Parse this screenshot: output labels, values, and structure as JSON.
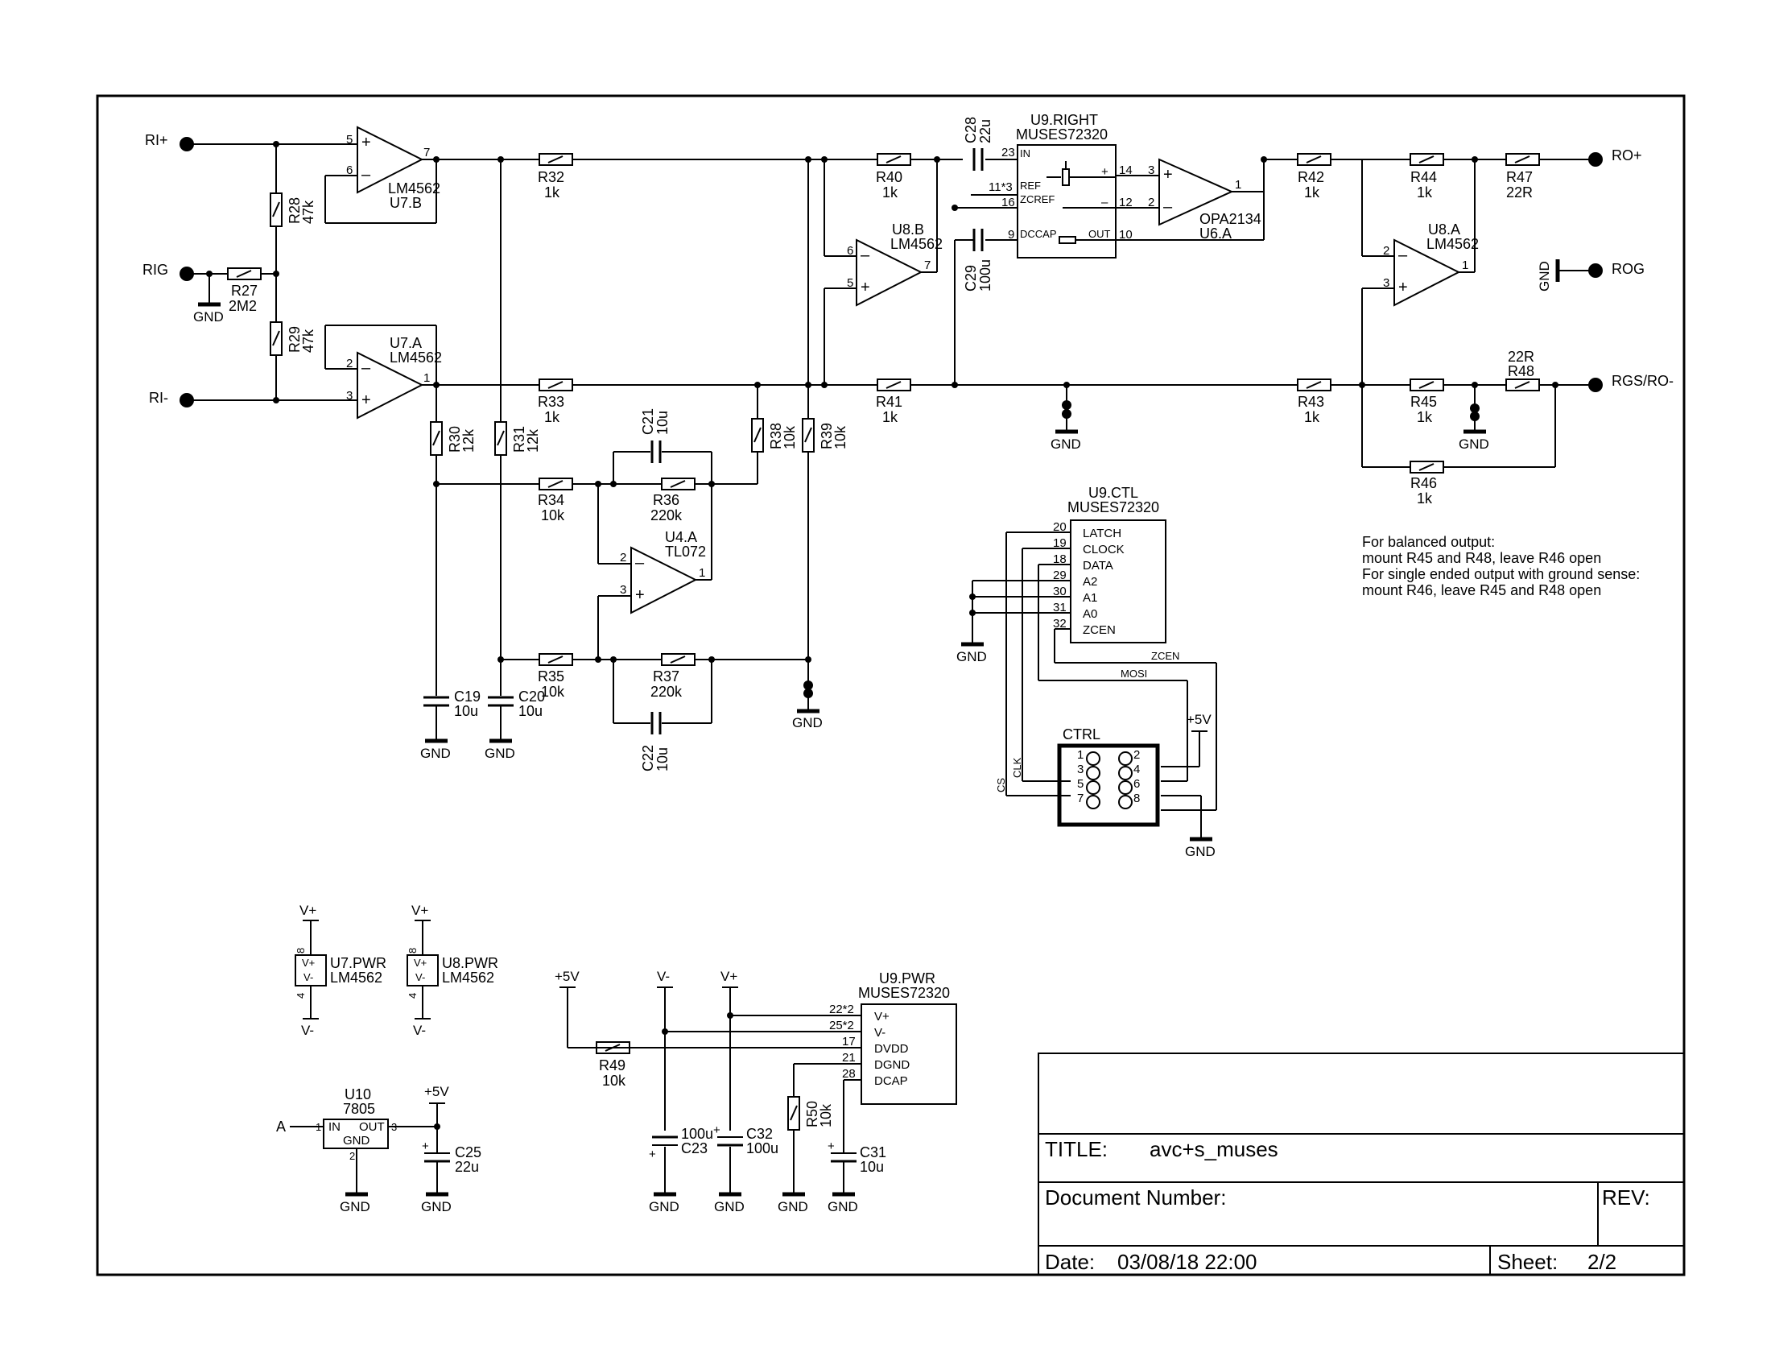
{
  "ports": {
    "ri_plus": "RI+",
    "rig": "RIG",
    "ri_minus": "RI-",
    "ro_plus": "RO+",
    "rog": "ROG",
    "rgs_ro_minus": "RGS/RO-",
    "gnd": "GND",
    "v_plus": "V+",
    "v_minus": "V-",
    "p5v": "+5V",
    "a": "A"
  },
  "opamps": {
    "u7b": {
      "name": "U7.B",
      "part": "LM4562",
      "in_pos": "5",
      "in_neg": "6",
      "out": "7"
    },
    "u7a": {
      "name": "U7.A",
      "part": "LM4562",
      "in_neg": "2",
      "in_pos": "3",
      "out": "1"
    },
    "u8b": {
      "name": "U8.B",
      "part": "LM4562",
      "in_neg": "6",
      "in_pos": "5",
      "out": "7"
    },
    "u4a": {
      "name": "U4.A",
      "part": "TL072",
      "in_neg": "2",
      "in_pos": "3",
      "out": "1"
    },
    "u6a": {
      "name": "U6.A",
      "part": "OPA2134",
      "in_pos": "3",
      "in_neg": "2",
      "out": "1"
    },
    "u8a": {
      "name": "U8.A",
      "part": "LM4562",
      "in_neg": "2",
      "in_pos": "3",
      "out": "1"
    }
  },
  "resistors": {
    "r27": {
      "name": "R27",
      "value": "2M2"
    },
    "r28": {
      "name": "R28",
      "value": "47k"
    },
    "r29": {
      "name": "R29",
      "value": "47k"
    },
    "r30": {
      "name": "R30",
      "value": "12k"
    },
    "r31": {
      "name": "R31",
      "value": "12k"
    },
    "r32": {
      "name": "R32",
      "value": "1k"
    },
    "r33": {
      "name": "R33",
      "value": "1k"
    },
    "r34": {
      "name": "R34",
      "value": "10k"
    },
    "r35": {
      "name": "R35",
      "value": "10k"
    },
    "r36": {
      "name": "R36",
      "value": "220k"
    },
    "r37": {
      "name": "R37",
      "value": "220k"
    },
    "r38": {
      "name": "R38",
      "value": "10k"
    },
    "r39": {
      "name": "R39",
      "value": "10k"
    },
    "r40": {
      "name": "R40",
      "value": "1k"
    },
    "r41": {
      "name": "R41",
      "value": "1k"
    },
    "r42": {
      "name": "R42",
      "value": "1k"
    },
    "r43": {
      "name": "R43",
      "value": "1k"
    },
    "r44": {
      "name": "R44",
      "value": "1k"
    },
    "r45": {
      "name": "R45",
      "value": "1k"
    },
    "r46": {
      "name": "R46",
      "value": "1k"
    },
    "r47": {
      "name": "R47",
      "value": "22R"
    },
    "r48": {
      "name": "R48",
      "value": "22R"
    },
    "r49": {
      "name": "R49",
      "value": "10k"
    },
    "r50": {
      "name": "R50",
      "value": "10k"
    }
  },
  "capacitors": {
    "c19": {
      "name": "C19",
      "value": "10u"
    },
    "c20": {
      "name": "C20",
      "value": "10u"
    },
    "c21": {
      "name": "C21",
      "value": "10u"
    },
    "c22": {
      "name": "C22",
      "value": "10u"
    },
    "c23": {
      "name": "C23",
      "value": "100u"
    },
    "c25": {
      "name": "C25",
      "value": "22u"
    },
    "c28": {
      "name": "C28",
      "value": "22u"
    },
    "c29": {
      "name": "C29",
      "value": "100u"
    },
    "c31": {
      "name": "C31",
      "value": "10u"
    },
    "c32": {
      "name": "C32",
      "value": "100u"
    }
  },
  "u9_right": {
    "name": "U9.RIGHT",
    "part": "MUSES72320",
    "pins": {
      "in": "IN",
      "ref": "REF",
      "zcref": "ZCREF",
      "dccap": "DCCAP",
      "out": "OUT",
      "p23": "23",
      "p11": "11*3",
      "p16": "16",
      "p9": "9",
      "p14": "14",
      "p12": "12",
      "p10": "10",
      "plus": "+",
      "minus": "–"
    }
  },
  "u9_ctl": {
    "name": "U9.CTL",
    "part": "MUSES72320",
    "pins": [
      {
        "num": "20",
        "label": "LATCH"
      },
      {
        "num": "19",
        "label": "CLOCK"
      },
      {
        "num": "18",
        "label": "DATA"
      },
      {
        "num": "29",
        "label": "A2"
      },
      {
        "num": "30",
        "label": "A1"
      },
      {
        "num": "31",
        "label": "A0"
      },
      {
        "num": "32",
        "label": "ZCEN"
      }
    ],
    "nets": {
      "zcen": "ZCEN",
      "mosi": "MOSI",
      "clk": "CLK",
      "cs": "CS"
    }
  },
  "ctrl": {
    "name": "CTRL",
    "pins": [
      "1",
      "2",
      "3",
      "4",
      "5",
      "6",
      "7",
      "8"
    ]
  },
  "u9_pwr": {
    "name": "U9.PWR",
    "part": "MUSES72320",
    "pins": [
      {
        "num": "22*2",
        "label": "V+"
      },
      {
        "num": "25*2",
        "label": "V-"
      },
      {
        "num": "17",
        "label": "DVDD"
      },
      {
        "num": "21",
        "label": "DGND"
      },
      {
        "num": "28",
        "label": "DCAP"
      }
    ]
  },
  "u7_pwr": {
    "name": "U7.PWR",
    "part": "LM4562",
    "vplus": "V+",
    "vminus": "V-",
    "p8": "8",
    "p4": "4"
  },
  "u8_pwr": {
    "name": "U8.PWR",
    "part": "LM4562",
    "vplus": "V+",
    "vminus": "V-",
    "p8": "8",
    "p4": "4"
  },
  "u10": {
    "name": "U10",
    "part": "7805",
    "in": "IN",
    "out": "OUT",
    "gnd": "GND",
    "p1": "1",
    "p2": "2",
    "p3": "3"
  },
  "note": [
    "For balanced output:",
    "mount R45 and R48, leave R46 open",
    "For single ended output with ground sense:",
    "mount R46, leave R45 and R48 open"
  ],
  "title_block": {
    "title_label": "TITLE:",
    "title": "avc+s_muses",
    "docnum_label": "Document Number:",
    "rev_label": "REV:",
    "date_label": "Date:",
    "date": "03/08/18 22:00",
    "sheet_label": "Sheet:",
    "sheet": "2/2"
  }
}
